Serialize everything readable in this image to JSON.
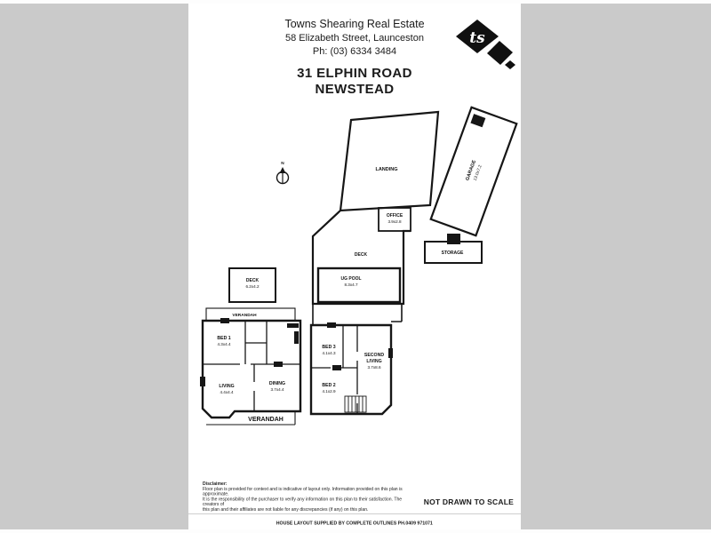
{
  "header": {
    "agency": "Towns Shearing Real Estate",
    "address": "58 Elizabeth Street, Launceston",
    "phone": "Ph: (03) 6334 3484",
    "property_line1": "31 ELPHIN ROAD",
    "property_line2": "NEWSTEAD",
    "logo_monogram": "ts"
  },
  "plan": {
    "north": "N",
    "rooms": {
      "landing": {
        "name": "LANDING"
      },
      "garage": {
        "name": "GARAGE",
        "dims": "13.0x7.2"
      },
      "office": {
        "name": "OFFICE",
        "dims": "3.9x2.8"
      },
      "deck_upper": {
        "name": "DECK"
      },
      "ug_pool": {
        "name": "UG POOL",
        "dims": "8.3x4.7"
      },
      "storage": {
        "name": "STORAGE"
      },
      "deck_left": {
        "name": "DECK",
        "dims": "6.2x4.2"
      },
      "verandah_rear": {
        "name": "VERANDAH"
      },
      "bed1": {
        "name": "BED 1",
        "dims": "4.3x4.4"
      },
      "living": {
        "name": "LIVING",
        "dims": "4.4x4.4"
      },
      "dining": {
        "name": "DINING",
        "dims": "3.7x4.4"
      },
      "verandah_front": {
        "name": "VERANDAH"
      },
      "bed3": {
        "name": "BED 3",
        "dims": "4.1x4.3"
      },
      "second_living": {
        "line1": "SECOND",
        "line2": "LIVING",
        "dims": "3.7x8.6"
      },
      "bed2": {
        "name": "BED 2",
        "dims": "4.1x2.9"
      }
    }
  },
  "footer": {
    "disclaimer_title": "Disclaimer:",
    "disclaimer_lines": [
      "Floor plan is provided for context and is indicative of layout only. Information provided on this plan is approximate.",
      "It is the responsibility of the purchaser to verify any information on this plan to their satisfaction. The creators of",
      "this plan and their affiliates are not liable for any discrepancies (if any) on this plan."
    ],
    "not_to_scale": "NOT DRAWN TO SCALE",
    "credit": "HOUSE LAYOUT SUPPLIED BY COMPLETE OUTLINES PH.0409 971071"
  },
  "colors": {
    "page_bg": "#ffffff",
    "canvas_bg": "#cacaca",
    "ink": "#1b1b1b"
  }
}
